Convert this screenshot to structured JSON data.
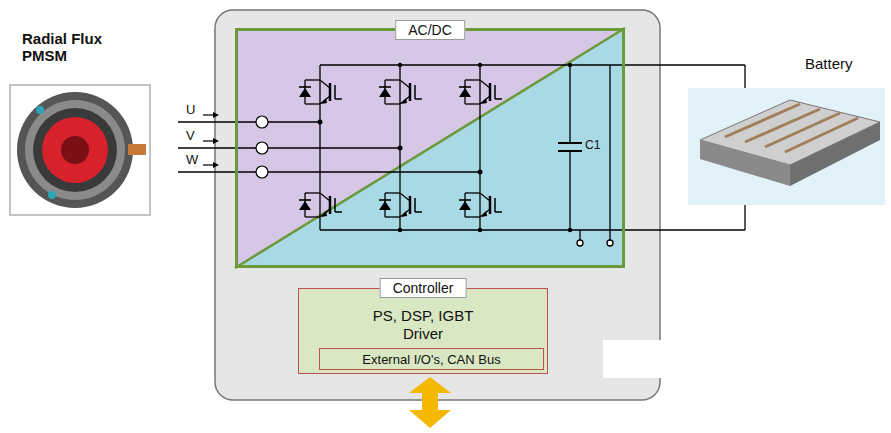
{
  "diagram": {
    "nodes": [
      {
        "text": [
          "AC/DC"
        ]
      },
      {
        "text": [
          "Controller",
          "PS, DSP, IGBT Driver"
        ]
      },
      {
        "text": [
          "External I/O's, CAN Bus"
        ],
        "in": 1
      }
    ],
    "labels": [
      "Radial Flux PMSM",
      "U",
      "V",
      "W",
      "C1",
      "Battery"
    ]
  }
}
